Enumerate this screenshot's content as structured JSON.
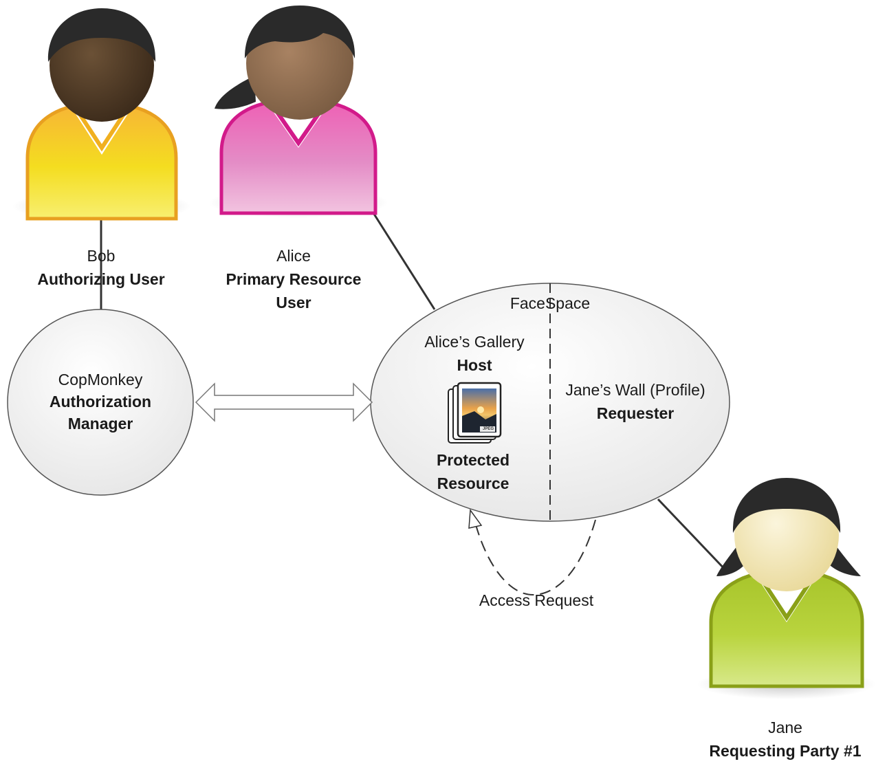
{
  "people": {
    "bob": {
      "name": "Bob",
      "role": "Authorizing User"
    },
    "alice": {
      "name": "Alice",
      "role_line1": "Primary Resource",
      "role_line2": "User"
    },
    "jane": {
      "name": "Jane",
      "role": "Requesting Party #1"
    }
  },
  "authorization_manager": {
    "name": "CopMonkey",
    "role_line1": "Authorization",
    "role_line2": "Manager"
  },
  "facespace": {
    "title": "FaceSpace",
    "gallery": {
      "name": "Alice’s Gallery",
      "role": "Host",
      "resource_line1": "Protected",
      "resource_line2": "Resource",
      "file_badge": "JPEG"
    },
    "wall": {
      "name": "Jane’s Wall (Profile)",
      "role": "Requester"
    }
  },
  "access_request": {
    "label": "Access Request"
  },
  "colors": {
    "bob_shirt": "#f2c21a",
    "alice_shirt": "#d6208f",
    "jane_shirt": "#9cb51c",
    "dark_skin": "#4a3522",
    "medium_skin": "#8a6a4e",
    "light_skin": "#f3e6b8",
    "hair": "#2a2a2a",
    "node_fill": "#f2f2f2",
    "connector": "#333333"
  }
}
